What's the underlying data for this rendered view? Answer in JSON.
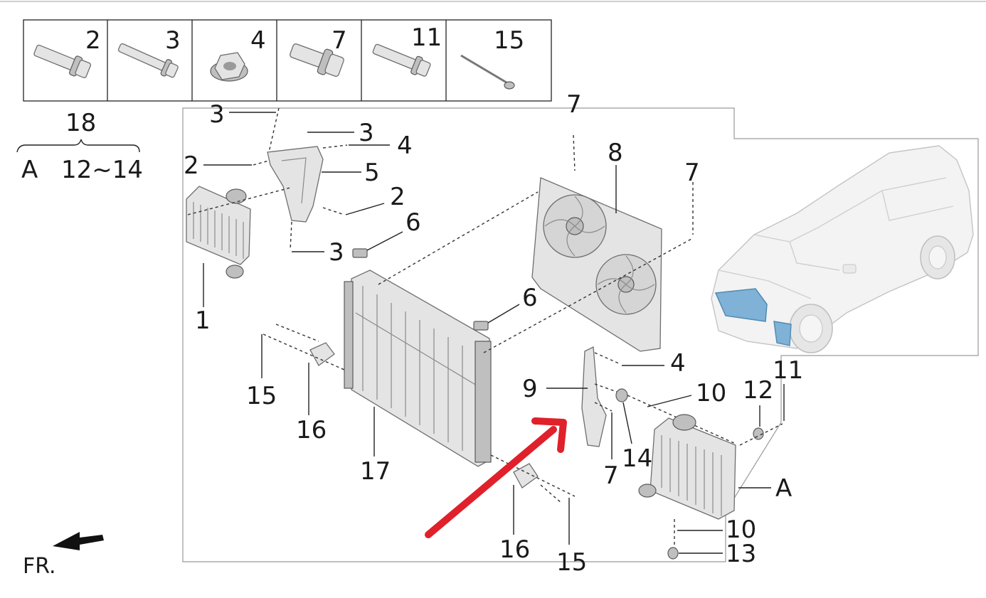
{
  "fastener_boxes": [
    {
      "label": "2",
      "part": "flange-bolt"
    },
    {
      "label": "3",
      "part": "long-bolt"
    },
    {
      "label": "4",
      "part": "flange-nut"
    },
    {
      "label": "7",
      "part": "flange-bolt"
    },
    {
      "label": "11",
      "part": "long-bolt"
    },
    {
      "label": "15",
      "part": "thin-screw"
    }
  ],
  "kit_label": "18",
  "assembly": {
    "letter": "A",
    "range": "12~14"
  },
  "callouts": {
    "c1": "1",
    "c2a": "2",
    "c2b": "2",
    "c3a": "3",
    "c3b": "3",
    "c3c": "3",
    "c4a": "4",
    "c4b": "4",
    "c5": "5",
    "c6a": "6",
    "c6b": "6",
    "c7a": "7",
    "c7b": "7",
    "c7c": "7",
    "c8": "8",
    "c9": "9",
    "c10a": "10",
    "c10b": "10",
    "c11": "11",
    "c12": "12",
    "c13": "13",
    "c14": "14",
    "c15a": "15",
    "c15b": "15",
    "c16a": "16",
    "c16b": "16",
    "c17": "17",
    "cA": "A"
  },
  "direction_label": "FR.",
  "colors": {
    "highlight_arrow": "#e0202a",
    "part_highlight": "#7fb2d6"
  }
}
